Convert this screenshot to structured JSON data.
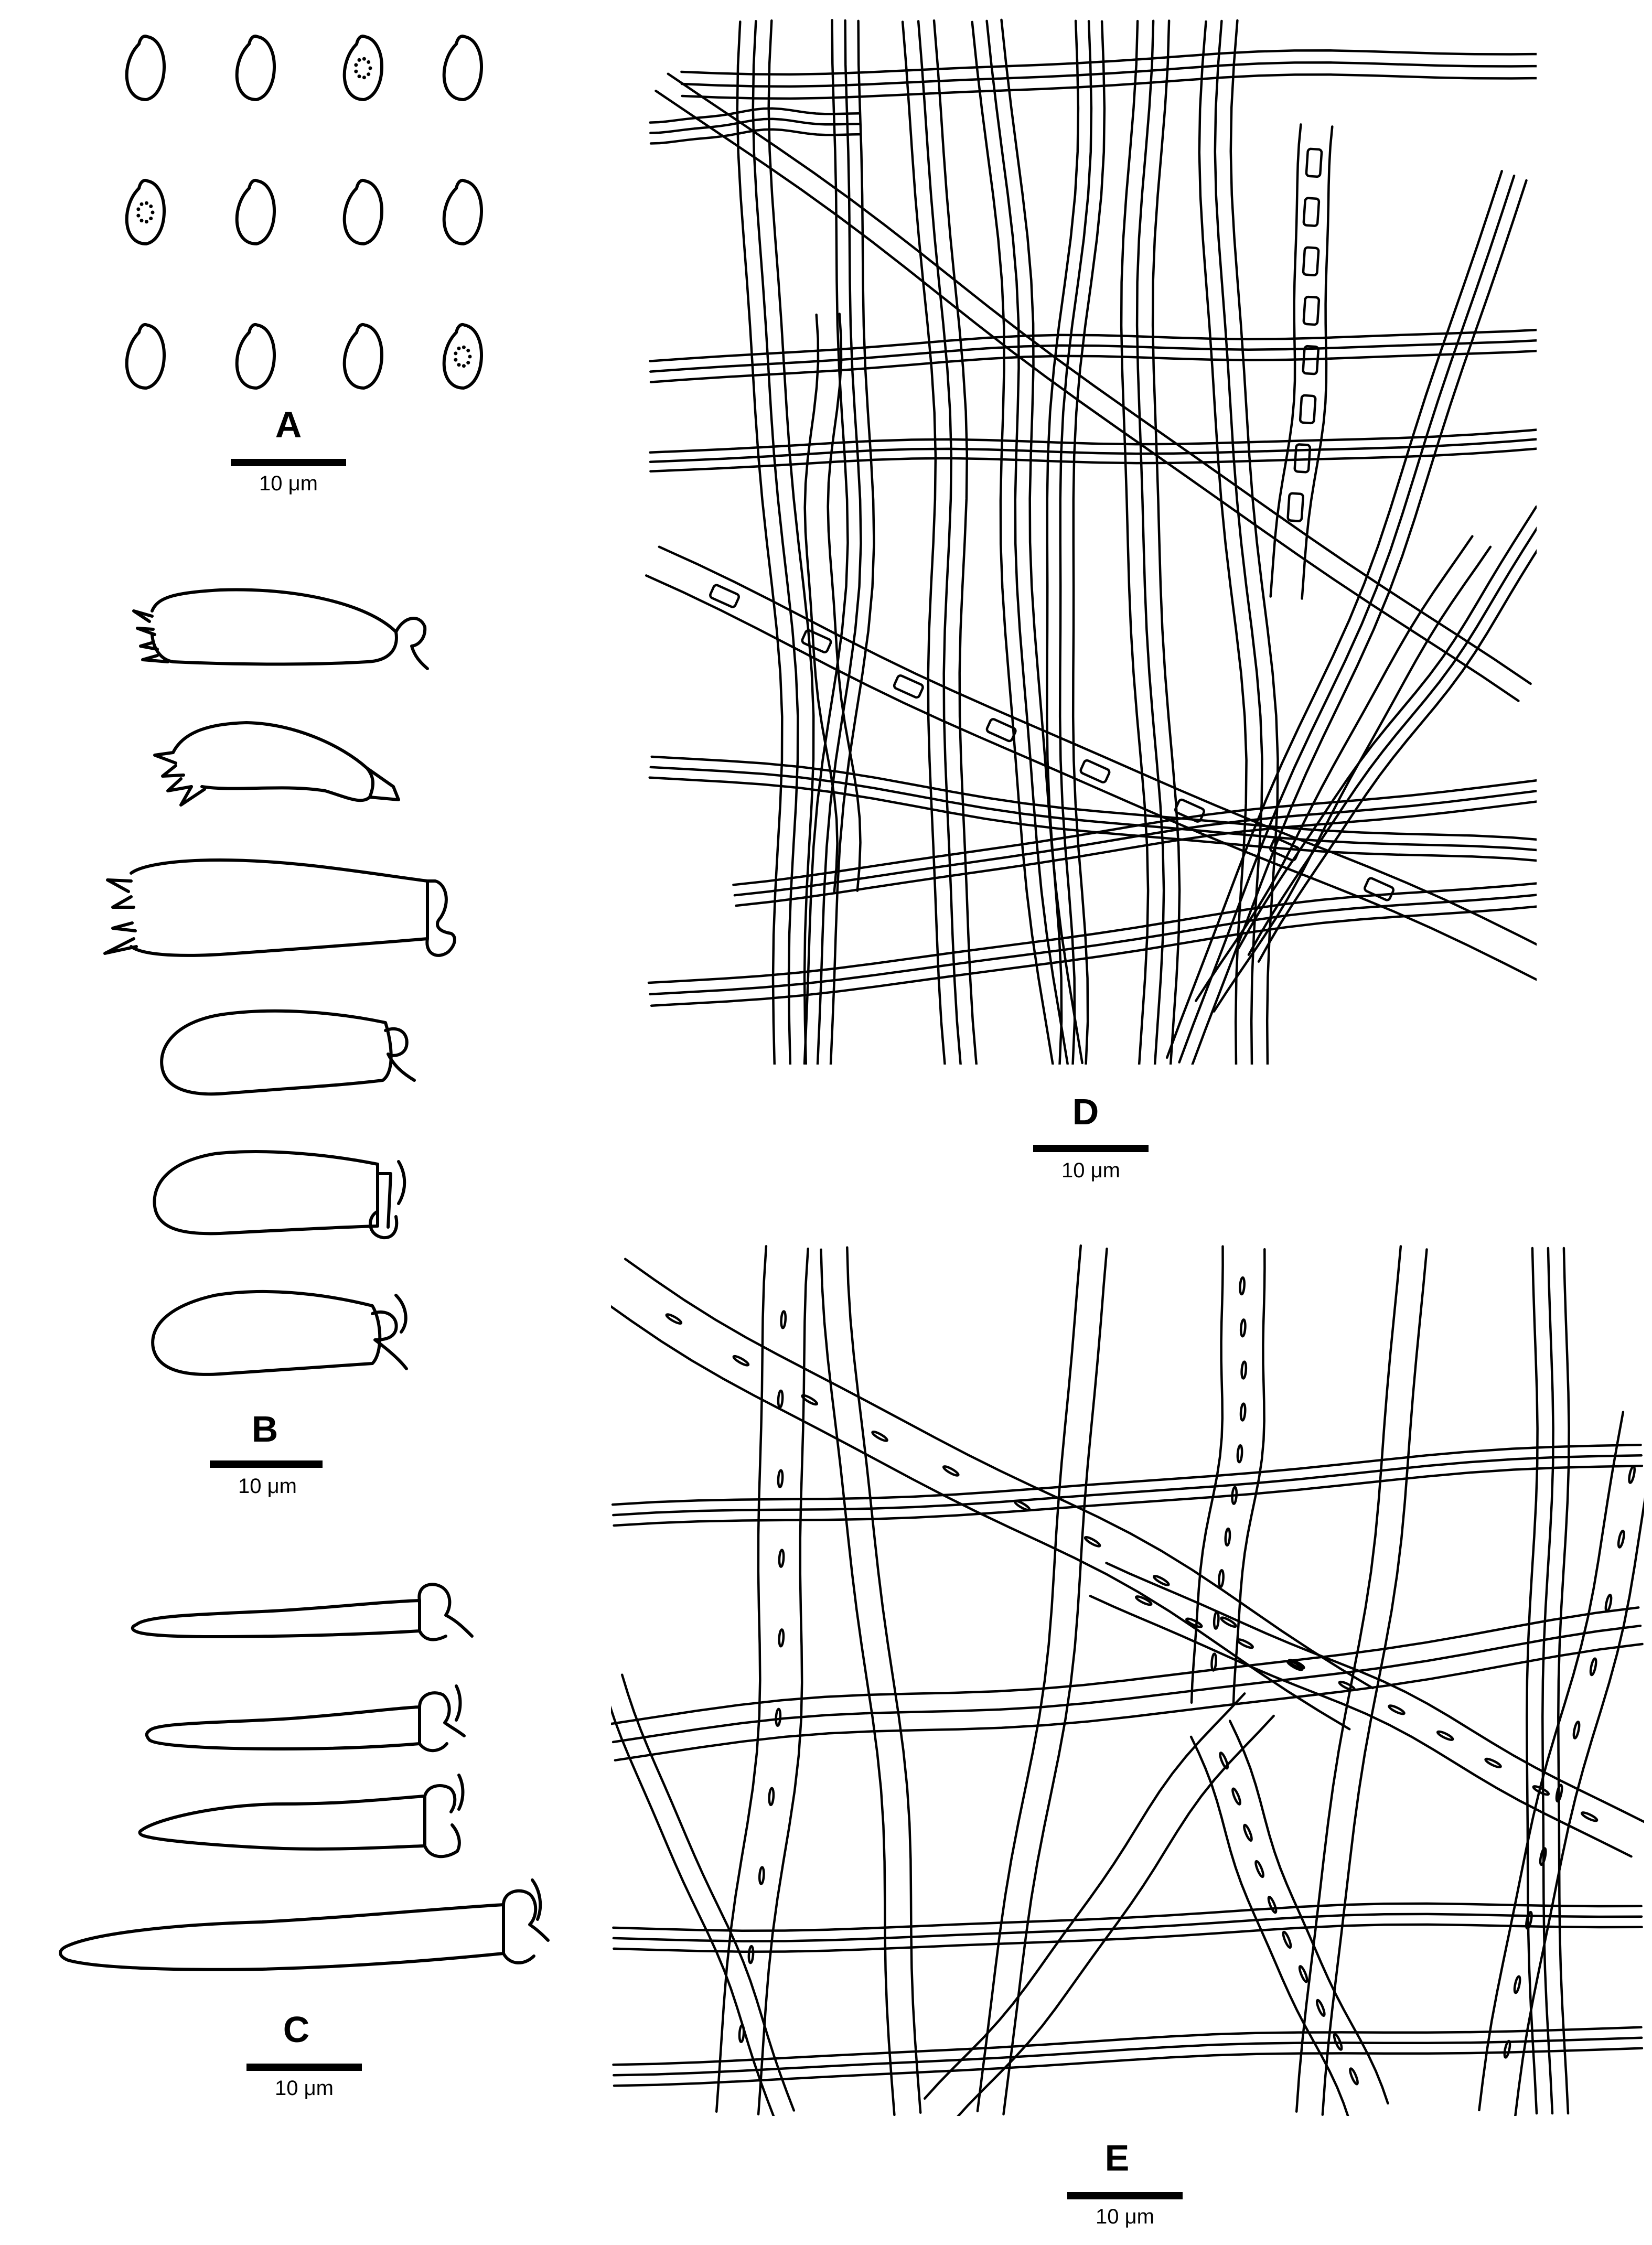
{
  "panels": {
    "A": {
      "label": "A",
      "scale": "10 μm"
    },
    "B": {
      "label": "B",
      "scale": "10 μm"
    },
    "C": {
      "label": "C",
      "scale": "10 μm"
    },
    "D": {
      "label": "D",
      "scale": "10 μm"
    },
    "E": {
      "label": "E",
      "scale": "10 μm"
    }
  }
}
